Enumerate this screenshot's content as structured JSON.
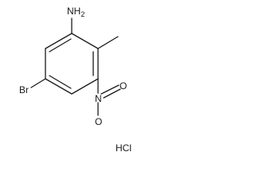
{
  "molecule": {
    "atoms": {
      "amine": "NH",
      "amine_subscript": "2",
      "bromine": "Br",
      "nitro_nitrogen": "N",
      "nitro_oxygen_top": "O",
      "nitro_oxygen_bottom": "O"
    },
    "salt": "HCl"
  }
}
